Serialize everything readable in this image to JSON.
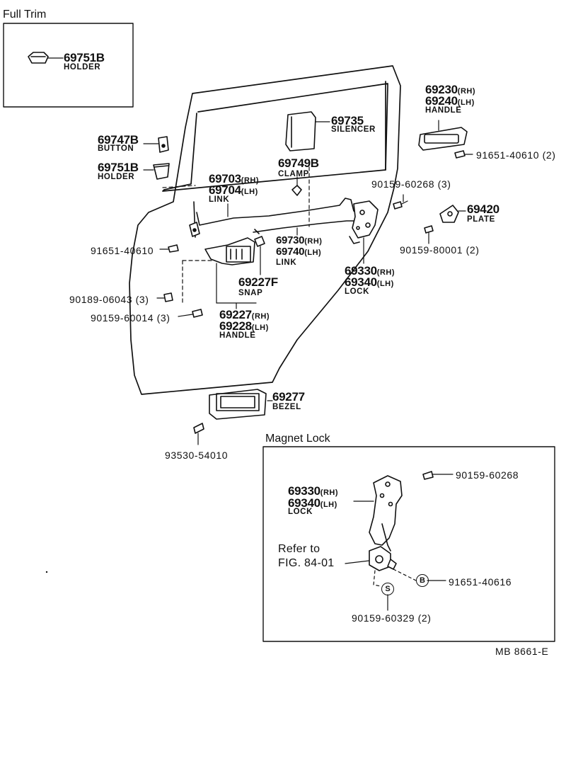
{
  "sections": {
    "full_trim": "Full Trim",
    "magnet_lock": "Magnet Lock"
  },
  "parts": {
    "holder_box": {
      "number": "69751B",
      "name": "HOLDER"
    },
    "silencer": {
      "number": "69735",
      "name": "SILENCER"
    },
    "handle_outer": {
      "number_rh": "69230",
      "suffix_rh": "(RH)",
      "number_lh": "69240",
      "suffix_lh": "(LH)",
      "name": "HANDLE"
    },
    "button": {
      "number": "69747B",
      "name": "BUTTON"
    },
    "holder": {
      "number": "69751B",
      "name": "HOLDER"
    },
    "clamp": {
      "number": "69749B",
      "name": "CLAMP"
    },
    "screw_outer_handle": {
      "text": "91651-40610 (2)"
    },
    "link_upper": {
      "number_rh": "69703",
      "suffix_rh": "(RH)",
      "number_lh": "69704",
      "suffix_lh": "(LH)",
      "name": "LINK"
    },
    "screw_lock_top": {
      "text": "90159-60268 (3)"
    },
    "plate": {
      "number": "69420",
      "name": "PLATE"
    },
    "screw_plate": {
      "text": "90159-80001 (2)"
    },
    "link_lower": {
      "number_rh": "69730",
      "suffix_rh": "(RH)",
      "number_lh": "69740",
      "suffix_lh": "(LH)",
      "name": "LINK"
    },
    "bolt_left": {
      "text": "91651-40610"
    },
    "snap": {
      "number": "69227F",
      "name": "SNAP"
    },
    "lock": {
      "number_rh": "69330",
      "suffix_rh": "(RH)",
      "number_lh": "69340",
      "suffix_lh": "(LH)",
      "name": "LOCK"
    },
    "nut": {
      "text": "90189-06043 (3)"
    },
    "screw_handle": {
      "text": "90159-60014 (3)"
    },
    "handle_inner": {
      "number_rh": "69227",
      "suffix_rh": "(RH)",
      "number_lh": "69228",
      "suffix_lh": "(LH)",
      "name": "HANDLE"
    },
    "bezel": {
      "number": "69277",
      "name": "BEZEL"
    },
    "screw_bezel": {
      "text": "93530-54010"
    }
  },
  "magnet_lock": {
    "screw_top": "90159-60268",
    "lock": {
      "number_rh": "69330",
      "suffix_rh": "(RH)",
      "number_lh": "69340",
      "suffix_lh": "(LH)",
      "name": "LOCK"
    },
    "refer_line1": "Refer to",
    "refer_line2": "FIG. 84-01",
    "b_mark": "B",
    "s_mark": "S",
    "bolt_b": "91651-40616",
    "screw_s": "90159-60329 (2)"
  },
  "figure_code": "MB  8661-E"
}
